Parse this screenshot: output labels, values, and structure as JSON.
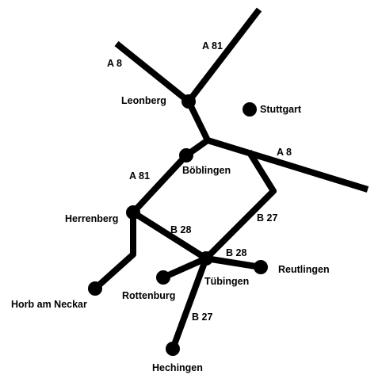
{
  "map": {
    "background_color": "#ffffff",
    "road_color": "#000000",
    "cities": {
      "stuttgart": "Stuttgart",
      "leonberg": "Leonberg",
      "boeblingen": "Böblingen",
      "herrenberg": "Herrenberg",
      "tuebingen": "Tübingen",
      "reutlingen": "Reutlingen",
      "rottenburg": "Rottenburg",
      "horb": "Horb am Neckar",
      "hechingen": "Hechingen"
    },
    "roads": {
      "a8_west": "A 8",
      "a81_north": "A 81",
      "a8_east": "A 8",
      "a81_south": "A 81",
      "b28_west": "B 28",
      "b27_north": "B 27",
      "b28_east": "B 28",
      "b27_south": "B 27"
    }
  }
}
